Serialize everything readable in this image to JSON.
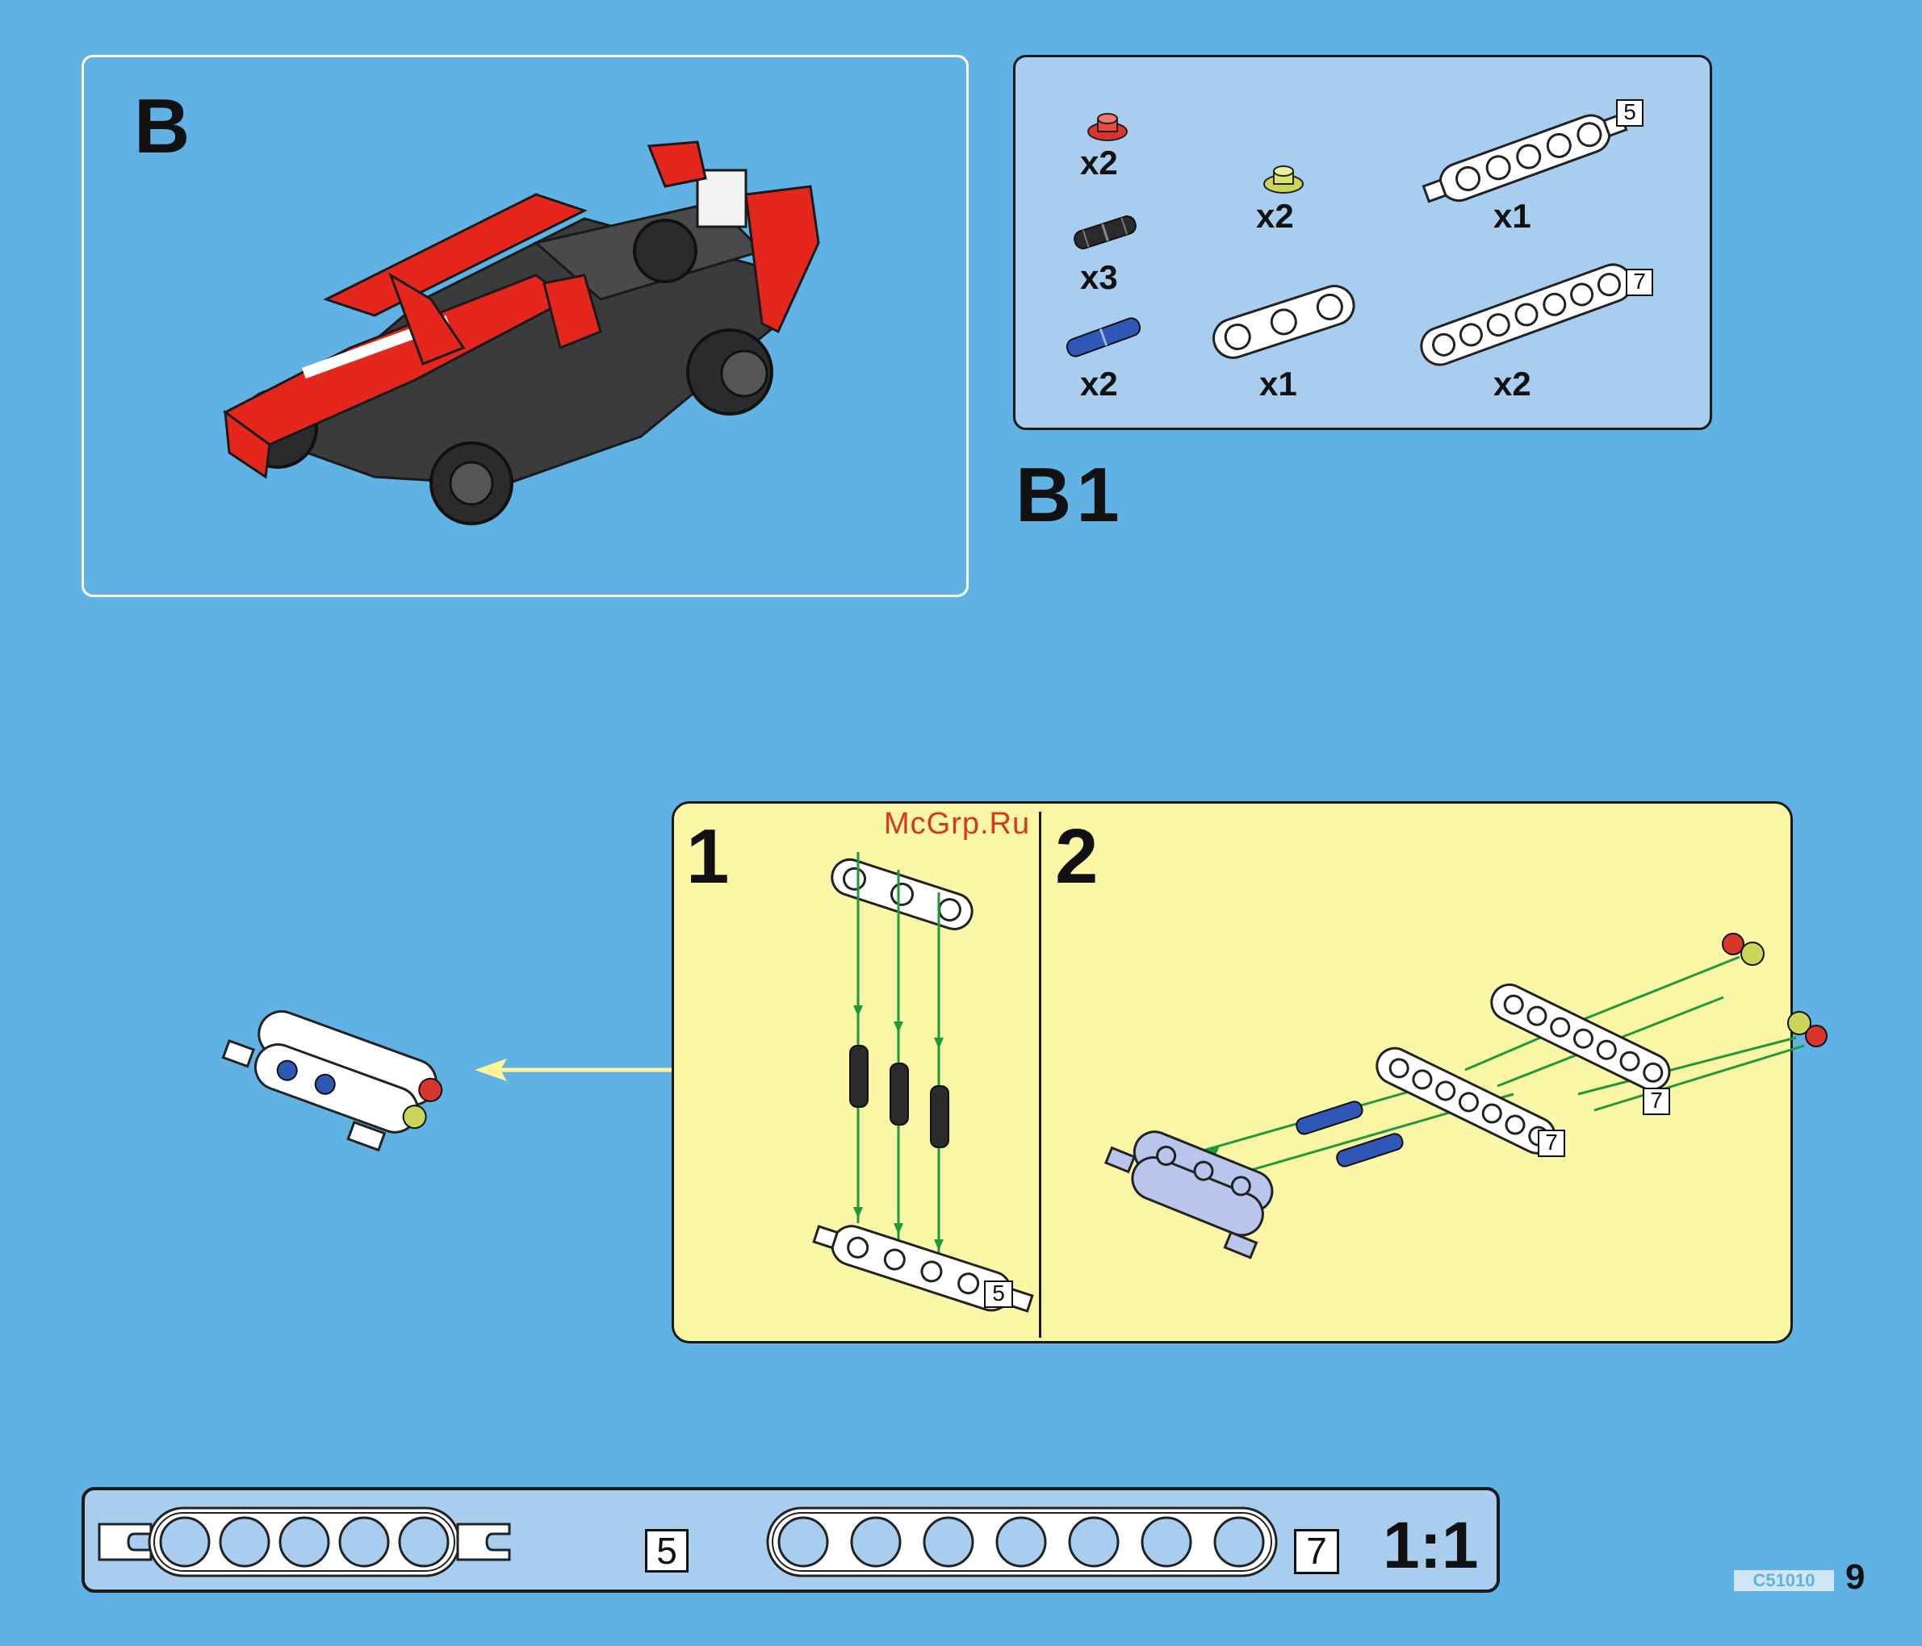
{
  "panel_b": {
    "label": "B"
  },
  "section_b1": {
    "label": "B1"
  },
  "parts_list": {
    "items": [
      {
        "icon": "red-round-plate-icon",
        "qty": "x2"
      },
      {
        "icon": "yellow-round-plate-icon",
        "qty": "x2"
      },
      {
        "icon": "beam-5-with-axle-icon",
        "qty": "x1",
        "size": "5"
      },
      {
        "icon": "black-pin-icon",
        "qty": "x3"
      },
      {
        "icon": "blue-axle-pin-icon",
        "qty": "x2"
      },
      {
        "icon": "beam-3-icon",
        "qty": "x1"
      },
      {
        "icon": "beam-7-icon",
        "qty": "x2",
        "size": "7"
      }
    ]
  },
  "steps": {
    "watermark": "McGrp.Ru",
    "step1": {
      "number": "1",
      "size_label": "5"
    },
    "step2": {
      "number": "2",
      "size_label_a": "7",
      "size_label_b": "7"
    }
  },
  "scale_bar": {
    "beam5_label": "5",
    "beam7_label": "7",
    "scale_text": "1:1"
  },
  "footer": {
    "product_code": "C51010",
    "page_number": "9"
  },
  "colors": {
    "background": "#5fb2e3",
    "parts_panel": "#a9cdee",
    "steps_panel": "#fcf7a6",
    "accent_red": "#e5261c",
    "arrow_green": "#1d9a3a",
    "arrow_yellow": "#fff49a"
  }
}
